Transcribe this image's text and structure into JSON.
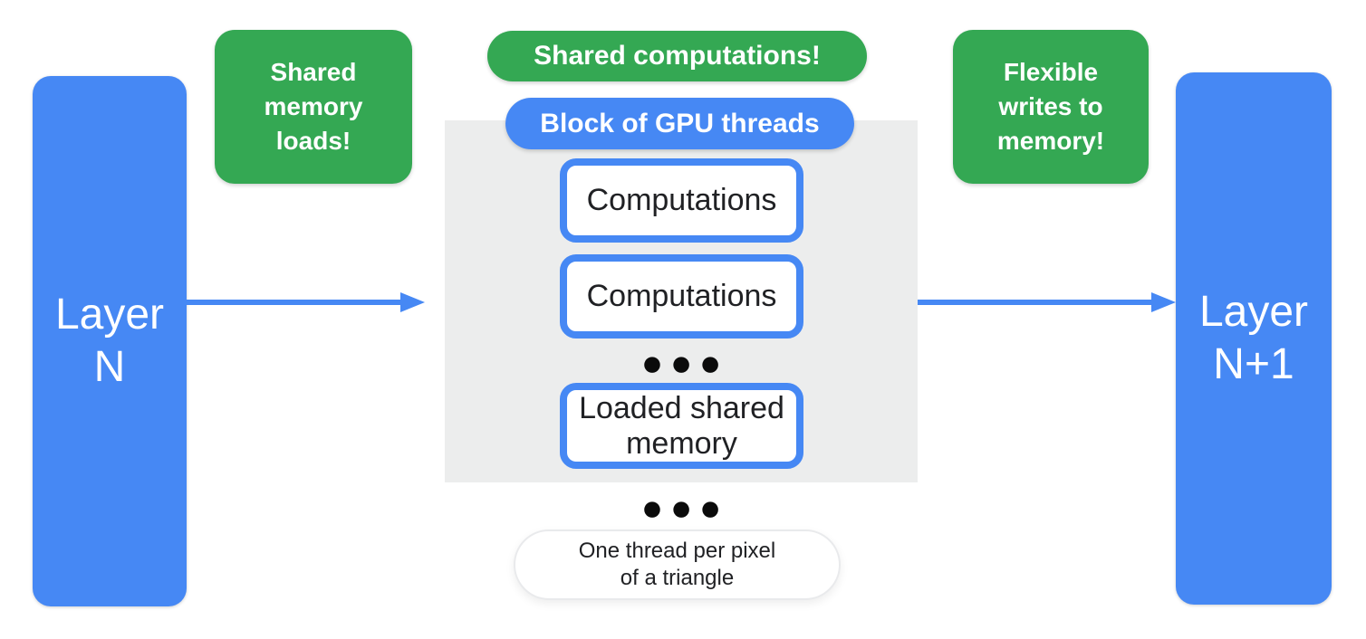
{
  "layers": {
    "left": {
      "lines": [
        "Layer",
        "N"
      ]
    },
    "right": {
      "lines": [
        "Layer",
        "N+1"
      ]
    }
  },
  "annotations": {
    "left": {
      "lines": [
        "Shared",
        "memory",
        "loads!"
      ]
    },
    "center": {
      "label": "Shared computations!"
    },
    "right": {
      "lines": [
        "Flexible",
        "writes to",
        "memory!"
      ]
    }
  },
  "gpu_block": {
    "label": "Block of GPU threads",
    "boxes": [
      {
        "lines": [
          "Computations"
        ]
      },
      {
        "lines": [
          "Computations"
        ]
      },
      {
        "lines": [
          "Loaded shared",
          "memory"
        ]
      }
    ],
    "ellipsis": "●●●"
  },
  "caption": {
    "lines": [
      "One thread per pixel",
      "of a triangle"
    ]
  },
  "colors": {
    "blue": "#4688F4",
    "green": "#34A853",
    "gray": "#ECEDED",
    "text": "#202124",
    "dot": "#0B0B0B"
  }
}
